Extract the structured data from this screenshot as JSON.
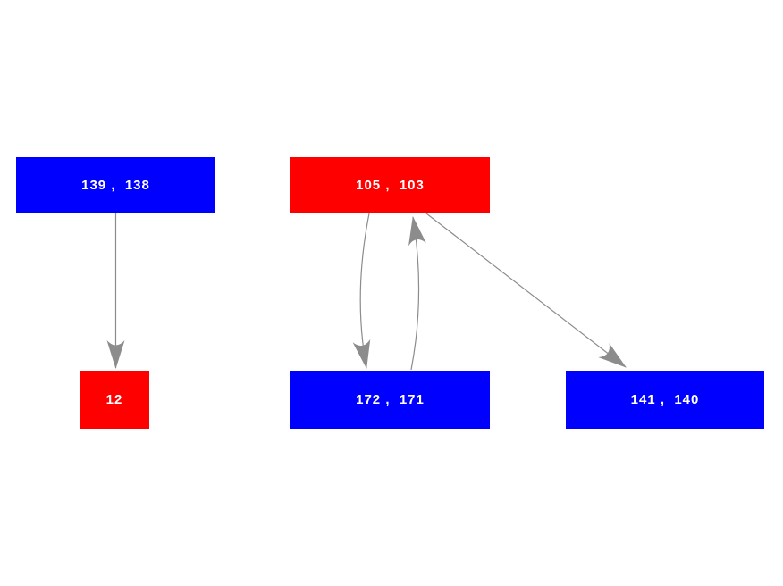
{
  "diagram": {
    "type": "directed-graph",
    "background_color": "#ffffff",
    "edge_color": "#8c8c8c",
    "label_color": "#ffffff",
    "node_colors": {
      "blue": "#0000ff",
      "red": "#ff0000"
    },
    "nodes": [
      {
        "id": "n1",
        "label": "139 ,  138",
        "color": "#0000ff",
        "position": "top-left"
      },
      {
        "id": "n2",
        "label": "105 ,  103",
        "color": "#ff0000",
        "position": "top-center"
      },
      {
        "id": "n3",
        "label": "12",
        "color": "#ff0000",
        "position": "bottom-left"
      },
      {
        "id": "n4",
        "label": "172 ,  171",
        "color": "#0000ff",
        "position": "bottom-center"
      },
      {
        "id": "n5",
        "label": "141 ,  140",
        "color": "#0000ff",
        "position": "bottom-right"
      }
    ],
    "edges": [
      {
        "from": "139 ,  138",
        "to": "12",
        "shape": "straight-vertical"
      },
      {
        "from": "105 ,  103",
        "to": "172 ,  171",
        "shape": "curved-left"
      },
      {
        "from": "172 ,  171",
        "to": "105 ,  103",
        "shape": "curved-right"
      },
      {
        "from": "105 ,  103",
        "to": "141 ,  140",
        "shape": "straight-diagonal"
      }
    ]
  }
}
